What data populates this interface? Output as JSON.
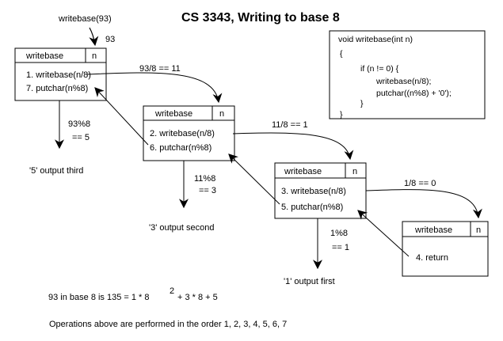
{
  "title": "CS 3343, Writing to base 8",
  "initial_call": {
    "label": "writebase(93)",
    "arg": "93"
  },
  "code": [
    "void writebase(int n)",
    "{",
    "if (n != 0) {",
    "writebase(n/8);",
    "putchar((n%8) + '0');",
    "}",
    "}"
  ],
  "frames": [
    {
      "name": "writebase",
      "param": "n",
      "line1": "1. writebase(n/8)",
      "line2": "7. putchar(n%8)"
    },
    {
      "name": "writebase",
      "param": "n",
      "line1": "2. writebase(n/8)",
      "line2": "6. putchar(n%8)"
    },
    {
      "name": "writebase",
      "param": "n",
      "line1": "3. writebase(n/8)",
      "line2": "5. putchar(n%8)"
    },
    {
      "name": "writebase",
      "param": "n",
      "line1": "4. return"
    }
  ],
  "calls": [
    "93/8 == 11",
    "11/8 == 1",
    "1/8 == 0"
  ],
  "mods": [
    {
      "expr": "93%8",
      "result": "== 5",
      "output": "'5' output third"
    },
    {
      "expr": "11%8",
      "result": "== 3",
      "output": "'3' output second"
    },
    {
      "expr": "1%8",
      "result": "== 1",
      "output": "'1' output first"
    }
  ],
  "summary": {
    "base_text": "93 in base 8 is  135 = 1 * 8",
    "exponent": "2",
    "rest": "+  3 * 8  + 5",
    "order": "Operations above are performed in the order 1, 2, 3, 4, 5, 6, 7"
  }
}
